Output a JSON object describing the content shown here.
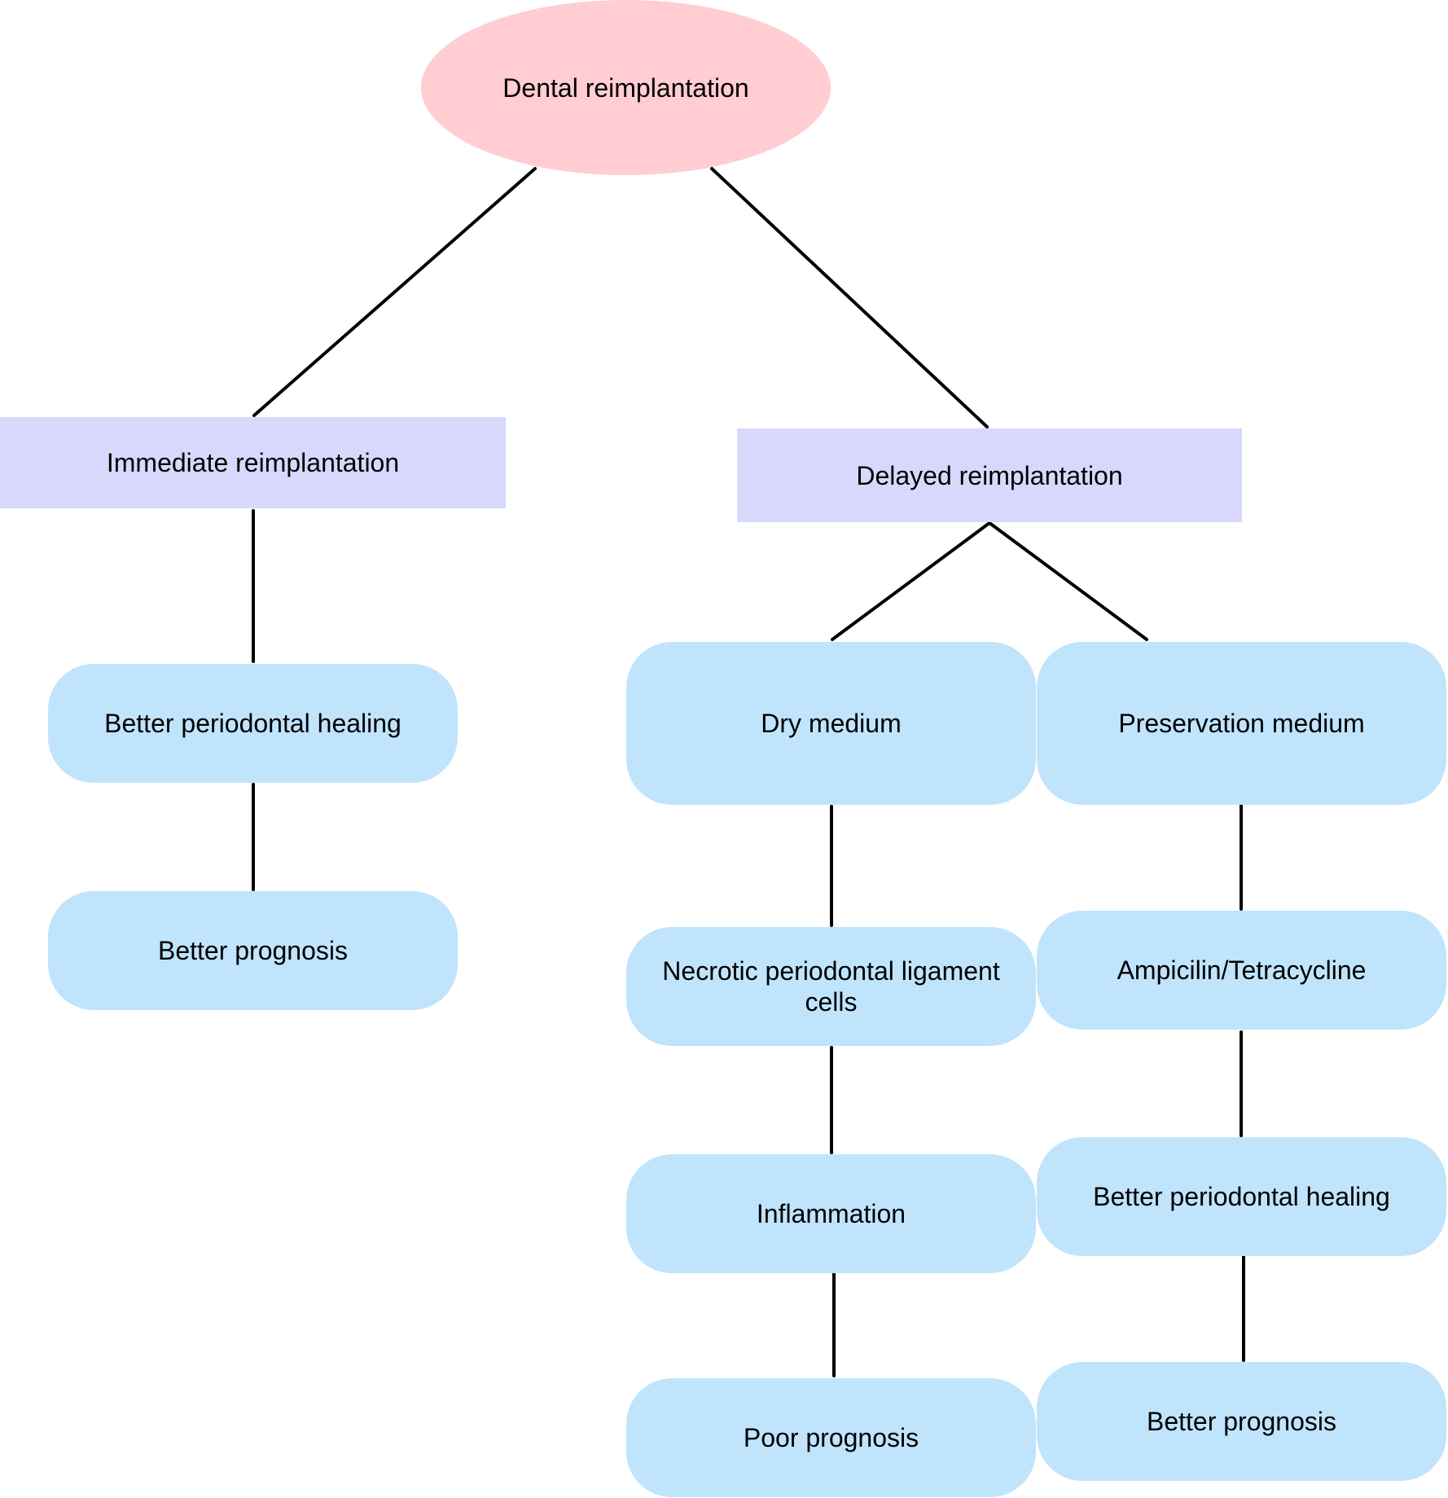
{
  "diagram": {
    "root": {
      "label": "Dental reimplantation"
    },
    "immediate": {
      "label": "Immediate reimplantation",
      "steps": [
        "Better periodontal healing",
        "Better prognosis"
      ]
    },
    "delayed": {
      "label": "Delayed reimplantation",
      "dry": {
        "label": "Dry medium",
        "steps": [
          "Necrotic periodontal ligament cells",
          "Inflammation",
          "Poor prognosis"
        ]
      },
      "preservation": {
        "label": "Preservation medium",
        "steps": [
          "Ampicilin/Tetracycline",
          "Better periodontal healing",
          "Better prognosis"
        ]
      }
    },
    "colors": {
      "root_fill": "#ffcdd2",
      "branch_fill": "#d8d8fc",
      "step_fill": "#c0e4fc",
      "connector": "#000000"
    }
  }
}
